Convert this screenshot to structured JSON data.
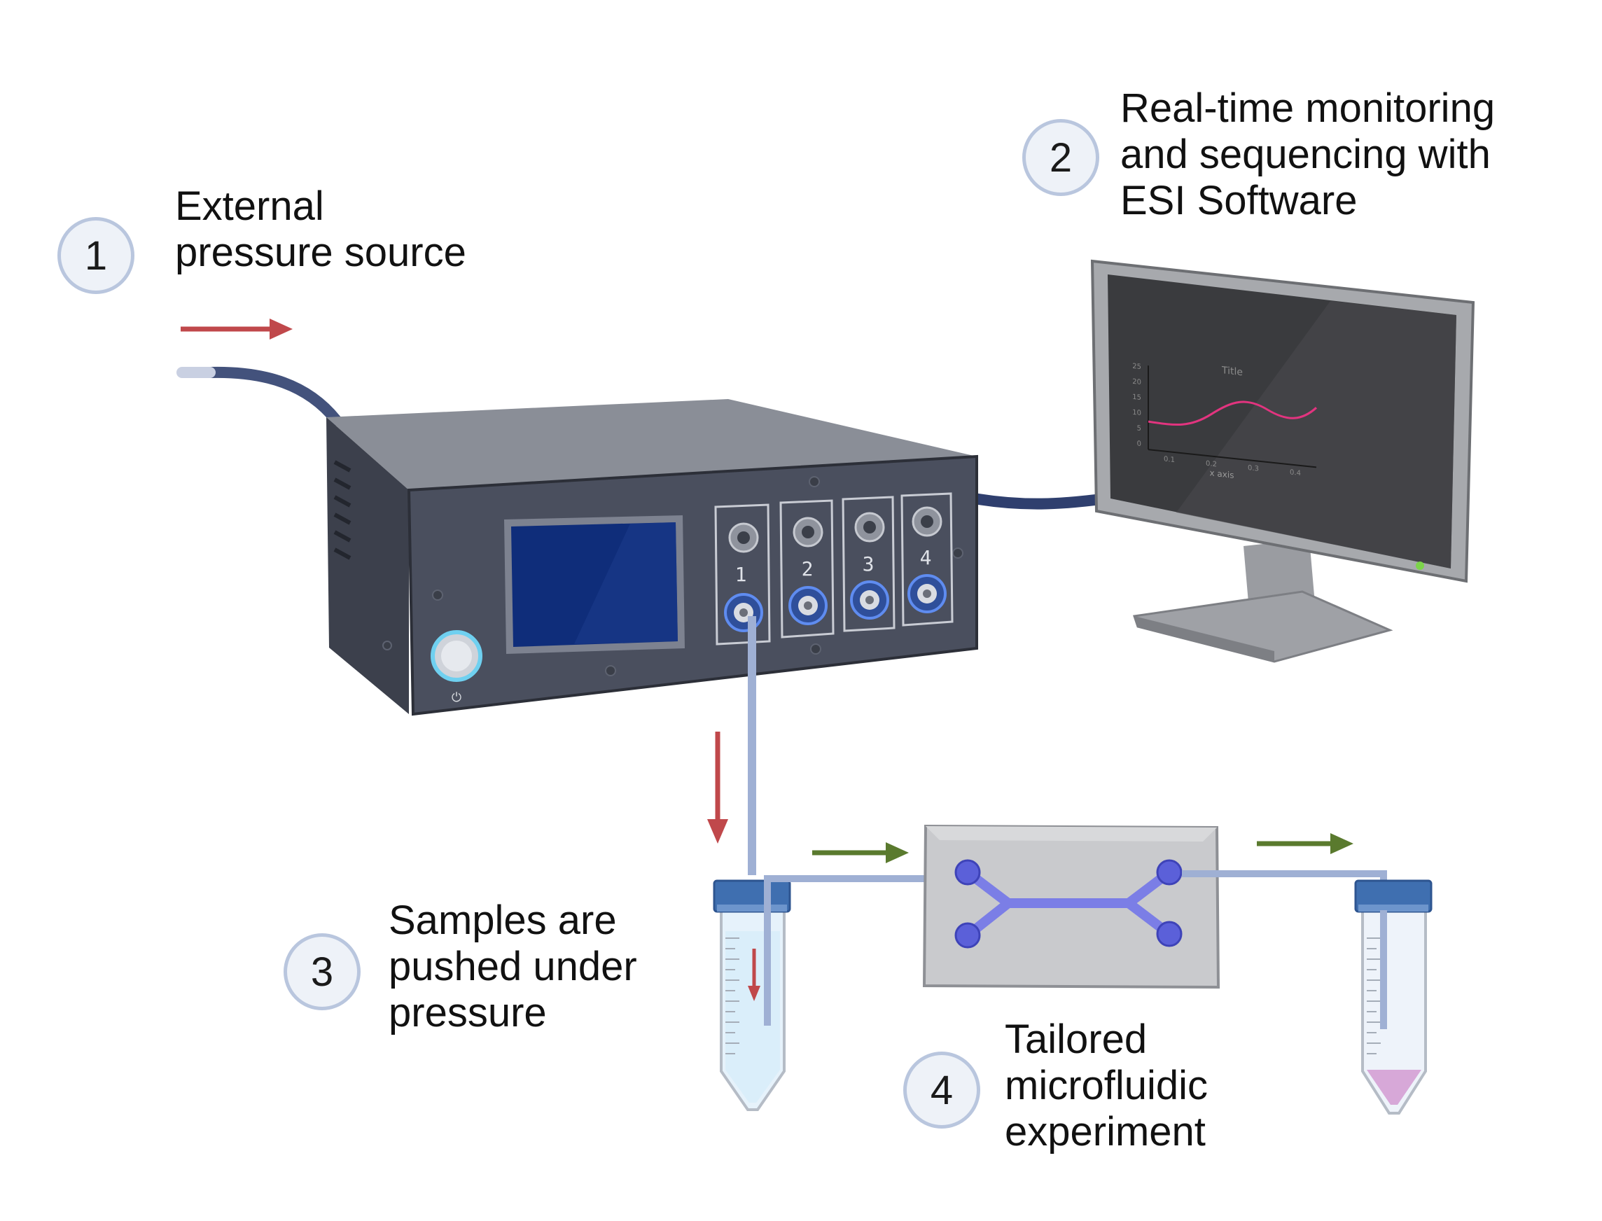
{
  "steps": [
    {
      "number": "1",
      "lines": [
        "External",
        "pressure source"
      ]
    },
    {
      "number": "2",
      "lines": [
        "Real-time monitoring",
        "and sequencing with",
        "ESI Software"
      ]
    },
    {
      "number": "3",
      "lines": [
        "Samples are",
        "pushed under",
        "pressure"
      ]
    },
    {
      "number": "4",
      "lines": [
        "Tailored",
        "microfluidic",
        "experiment"
      ]
    }
  ],
  "controller": {
    "channels": [
      "1",
      "2",
      "3",
      "4"
    ],
    "power_symbol": "⏻"
  },
  "monitor_plot": {
    "title": "Title",
    "xlabel": "x axis",
    "x_ticks": [
      "0.1",
      "0.2",
      "0.3",
      "0.4"
    ],
    "y_ticks": [
      "25",
      "20",
      "15",
      "10",
      "5",
      "0"
    ]
  },
  "colors": {
    "red_arrow": "#c0484b",
    "green_arrow": "#5a7a2e",
    "tubing_dark": "#2f3f6e",
    "tubing_light": "#9fb0d4",
    "device_body": "#4a4f5e",
    "screen_blue": "#0f2d7a",
    "channel_purple": "#7b7ee6",
    "sample_pink": "#d7a8d8",
    "circle_border": "#b9c6de"
  }
}
